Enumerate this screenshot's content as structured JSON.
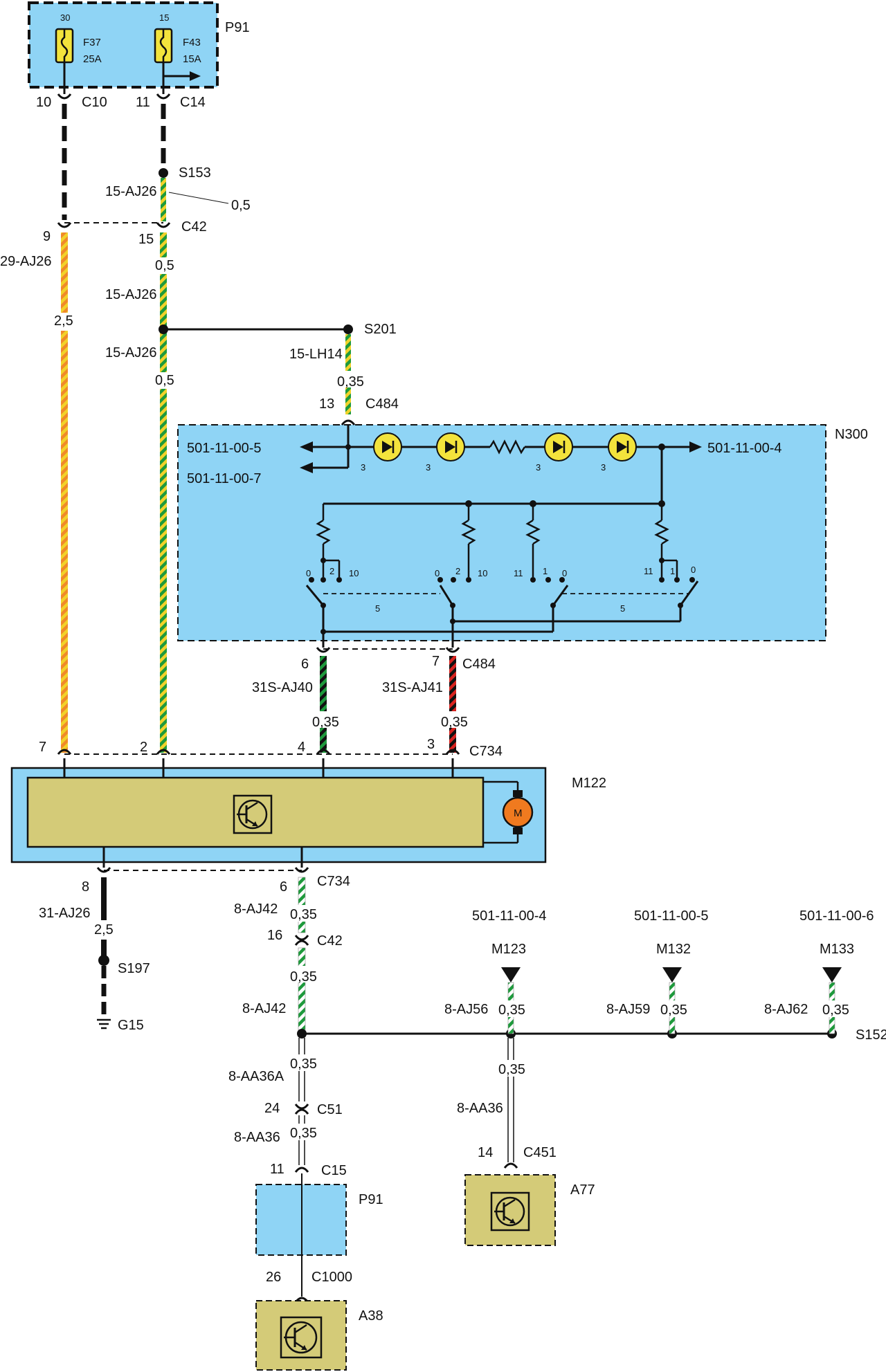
{
  "components": {
    "p91_top": "P91",
    "f37": {
      "name": "F37",
      "rating": "25A",
      "terminal": "30"
    },
    "f43": {
      "name": "F43",
      "rating": "15A",
      "terminal": "15"
    },
    "n300": "N300",
    "m122": "M122",
    "motor": "M",
    "p91_bottom": "P91",
    "a77": "A77",
    "a38": "A38",
    "m123": "M123",
    "m132": "M132",
    "m133": "M133",
    "g15": "G15"
  },
  "connectors": {
    "c10": "C10",
    "c14": "C14",
    "c42": "C42",
    "c484": "C484",
    "c734": "C734",
    "c51": "C51",
    "c15": "C15",
    "c1000": "C1000",
    "c451": "C451"
  },
  "splices": {
    "s153": "S153",
    "s201": "S201",
    "s197": "S197",
    "s152": "S152"
  },
  "pins": {
    "c10": "10",
    "c14": "11",
    "c42_left": "9",
    "c42_right": "15",
    "c484_top": "13",
    "c484_left": "6",
    "c484_right": "7",
    "c734_7": "7",
    "c734_2": "2",
    "c734_4": "4",
    "c734_3": "3",
    "c734_8": "8",
    "c734_6": "6",
    "c42_low": "16",
    "c51": "24",
    "c15": "11",
    "c1000": "26",
    "c451": "14"
  },
  "wires": {
    "w15_aj26_a": "15-AJ26",
    "w29_aj26": "29-AJ26",
    "w15_aj26_b": "15-AJ26",
    "w15_aj26_c": "15-AJ26",
    "w15_lh14": "15-LH14",
    "w31s_aj40": "31S-AJ40",
    "w31s_aj41": "31S-AJ41",
    "w31_aj26": "31-AJ26",
    "w8_aj42_a": "8-AJ42",
    "w8_aj42_b": "8-AJ42",
    "w8_aa36a": "8-AA36A",
    "w8_aa36_a": "8-AA36",
    "w8_aa36_b": "8-AA36",
    "w8_aj56": "8-AJ56",
    "w8_aj59": "8-AJ59",
    "w8_aj62": "8-AJ62"
  },
  "sizes": {
    "s05_a": "0,5",
    "s05_b": "0,5",
    "s05_c": "0,5",
    "s25_a": "2,5",
    "s035_lh14": "0,35",
    "s035_aj40": "0,35",
    "s035_aj41": "0,35",
    "s25_b": "2,5",
    "s035_aj42_a": "0,35",
    "s035_aj42_b": "0,35",
    "s035_aa36a": "0,35",
    "s035_aa36": "0,35",
    "s035_aj56": "0,35",
    "s035_aj59": "0,35",
    "s035_aj62": "0,35",
    "s035_a77": "0,35"
  },
  "refs": {
    "r5_top": "501-11-00-5",
    "r7": "501-11-00-7",
    "r4_top": "501-11-00-4",
    "r4_bottom": "501-11-00-4",
    "r5_bottom": "501-11-00-5",
    "r6": "501-11-00-6"
  },
  "switch": {
    "left_0": "0",
    "left_2": "2",
    "left_10": "10",
    "mid_0": "0",
    "mid_2": "2",
    "mid_10": "10",
    "mid_11": "11",
    "mid_1": "1",
    "mid_0b": "0",
    "right_11": "11",
    "right_1": "1",
    "right_0": "0",
    "gang_left": "5",
    "gang_right": "5"
  },
  "bulbs": {
    "b1": "3",
    "b2": "3",
    "b3": "3",
    "b4": "3"
  },
  "colors": {
    "module_blue": "#8fd4f5",
    "module_olive": "#d4cb78",
    "fuse_yellow": "#f3e33c",
    "wire_green": "#1e9a3c",
    "wire_yellow": "#f1d22a",
    "wire_orange": "#f08a2a",
    "wire_red": "#d8231f",
    "wire_black": "#111111",
    "motor_orange": "#f07a1f"
  }
}
